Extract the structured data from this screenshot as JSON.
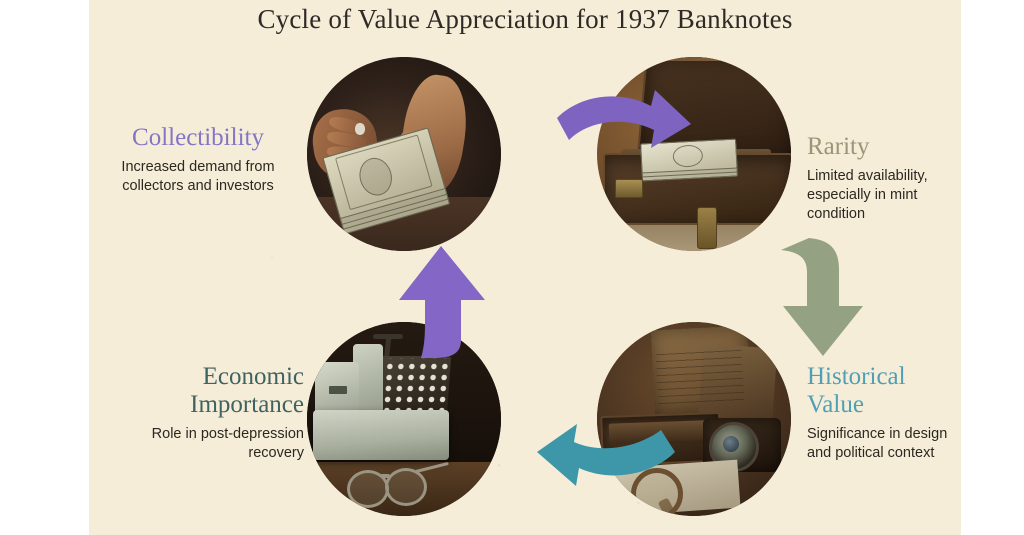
{
  "title": "Cycle of Value Appreciation for 1937 Banknotes",
  "canvas": {
    "background": "#f6edd9"
  },
  "nodes": [
    {
      "id": "collectibility",
      "label": "Collectibility",
      "description": "Increased demand from collectors and investors",
      "label_color": "#8476c4",
      "image_alt": "hands counting a stack of banknotes"
    },
    {
      "id": "rarity",
      "label": "Rarity",
      "description": "Limited availability, especially in mint condition",
      "label_color": "#9d9477",
      "image_alt": "open leather suitcase containing stacked banknotes"
    },
    {
      "id": "historical-value",
      "label": "Historical Value",
      "description": "Significance in design and political context",
      "label_color": "#4fa0b4",
      "image_alt": "vintage desk with documents, rotary phone and magnifying glass"
    },
    {
      "id": "economic-importance",
      "label": "Economic Importance",
      "description": "Role in post-depression recovery",
      "label_color": "#3f6360",
      "image_alt": "antique mechanical adding machine with eyeglasses"
    }
  ],
  "arrows": [
    {
      "id": "collectibility-to-rarity",
      "from": "collectibility",
      "to": "rarity",
      "color": "#7f63c0",
      "direction": "right"
    },
    {
      "id": "rarity-to-historical-value",
      "from": "rarity",
      "to": "historical-value",
      "color": "#94a183",
      "direction": "down"
    },
    {
      "id": "historical-value-to-economic-importance",
      "from": "historical-value",
      "to": "economic-importance",
      "color": "#3d97a8",
      "direction": "left"
    },
    {
      "id": "economic-importance-to-collectibility",
      "from": "economic-importance",
      "to": "collectibility",
      "color": "#8466c7",
      "direction": "up"
    }
  ]
}
